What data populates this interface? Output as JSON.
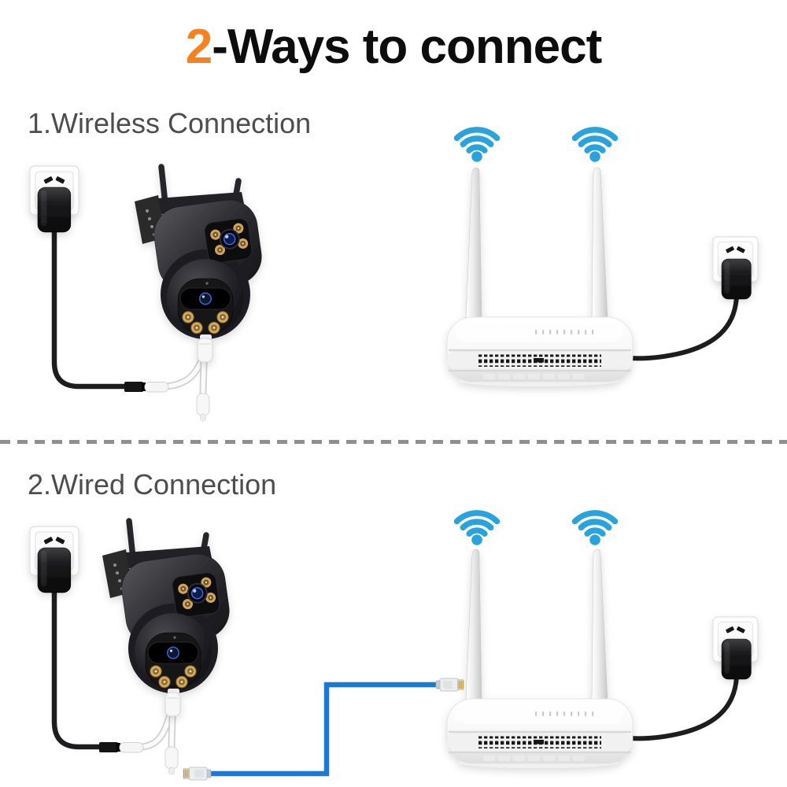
{
  "title": {
    "highlight": "2",
    "rest": "-Ways to connect"
  },
  "sections": [
    {
      "label": "1.Wireless Connection"
    },
    {
      "label": "2.Wired Connection"
    }
  ],
  "colors": {
    "accent_orange": "#F5821F",
    "title_black": "#0D0D0D",
    "label_gray": "#4D4D4D",
    "wifi_blue": "#2AA3DD",
    "ethernet_blue": "#1B79D6",
    "divider_gray": "#8F8F8F",
    "cable_black": "#1D1D1F"
  },
  "icons": {
    "wifi": "wifi-icon",
    "power_outlet": "power-outlet",
    "power_adapter": "power-adapter",
    "camera": "dual-lens-ptz-camera",
    "router": "wifi-router",
    "rj45": "rj45-connector",
    "ethernet_cable": "ethernet-cable",
    "power_cable": "power-cable",
    "pigtail": "camera-pigtail-cable"
  }
}
